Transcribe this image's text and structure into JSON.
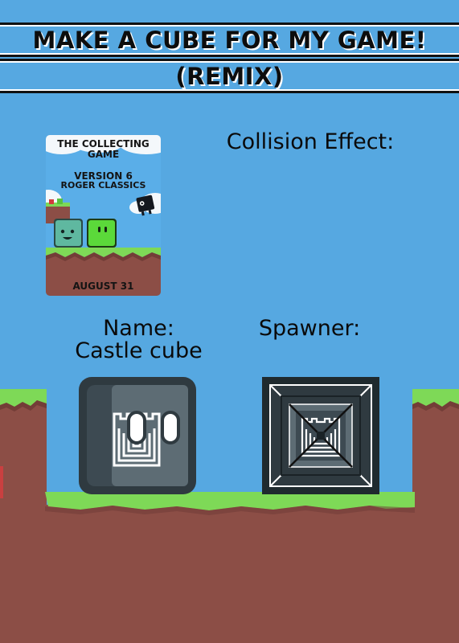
{
  "header": {
    "title_line1": "MAKE A CUBE FOR MY GAME!",
    "title_line2": "(REMIX)"
  },
  "poster": {
    "line1": "THE COLLECTING",
    "line2": "GAME",
    "line3": "VERSION 6",
    "line4": "ROGER CLASSICS",
    "date": "AUGUST 31"
  },
  "fields": {
    "collision_effect_label": "Collision Effect:",
    "name_label": "Name:",
    "name_value": "Castle cube",
    "spawner_label": "Spawner:"
  },
  "colors": {
    "sky": "#56a8e1",
    "grass": "#7ed957",
    "dirt": "#8c4e46",
    "cube_dark": "#2f3a40",
    "cube_face": "#5d6c74"
  }
}
